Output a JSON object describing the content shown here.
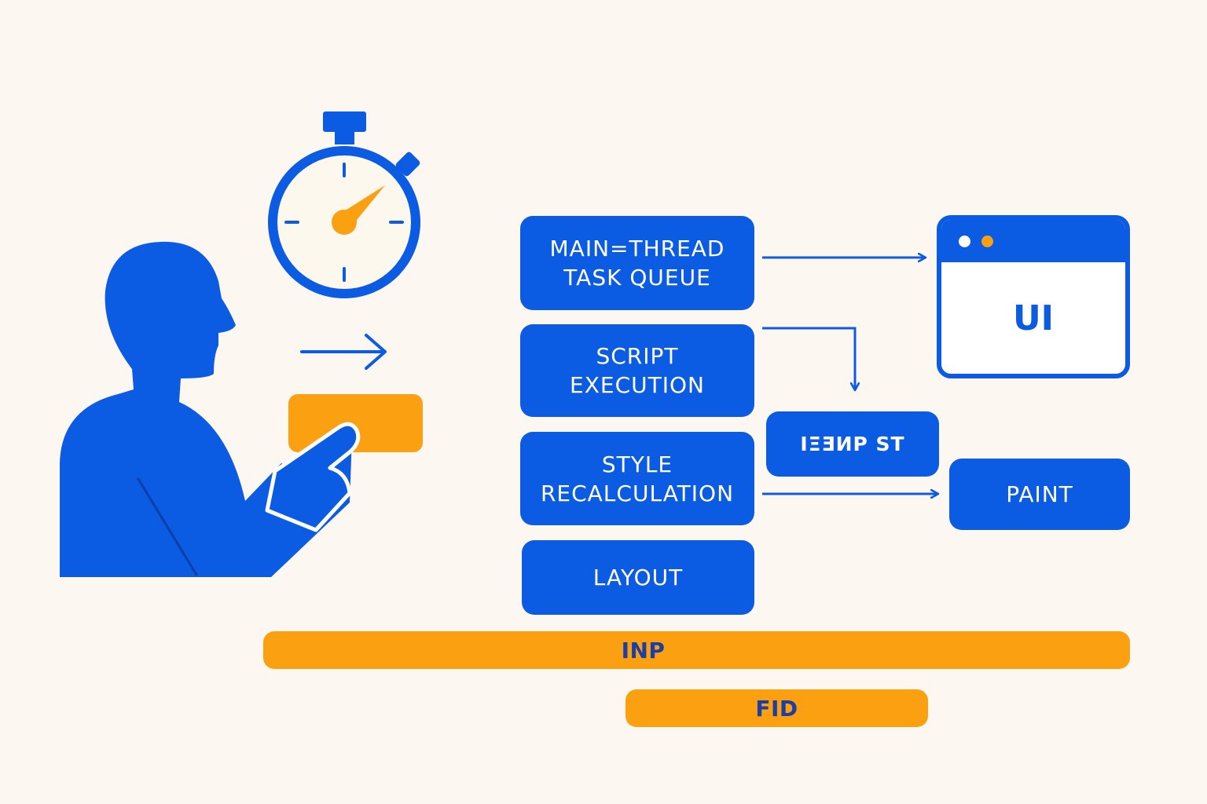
{
  "colors": {
    "background": "#fcf8f1",
    "primary_blue": "#0b5ce3",
    "accent_orange": "#fba111",
    "bar_text": "#1d3ea3"
  },
  "icons": {
    "person": "person-silhouette-icon",
    "stopwatch": "stopwatch-icon",
    "tap_button": "tap-button-icon",
    "arrow": "arrow-right-icon"
  },
  "pipeline": {
    "main_thread": "MAIN=THREAD\nTASK QUEUE",
    "script": "SCRIPT\nEXECUTION",
    "style": "STYLE\nRECALCULATION",
    "layout": "LAYOUT",
    "garbled": "IΞƎИP ST",
    "paint": "PAINT"
  },
  "window": {
    "label": "UI"
  },
  "metrics": {
    "inp": "INP",
    "fid": "FID"
  }
}
